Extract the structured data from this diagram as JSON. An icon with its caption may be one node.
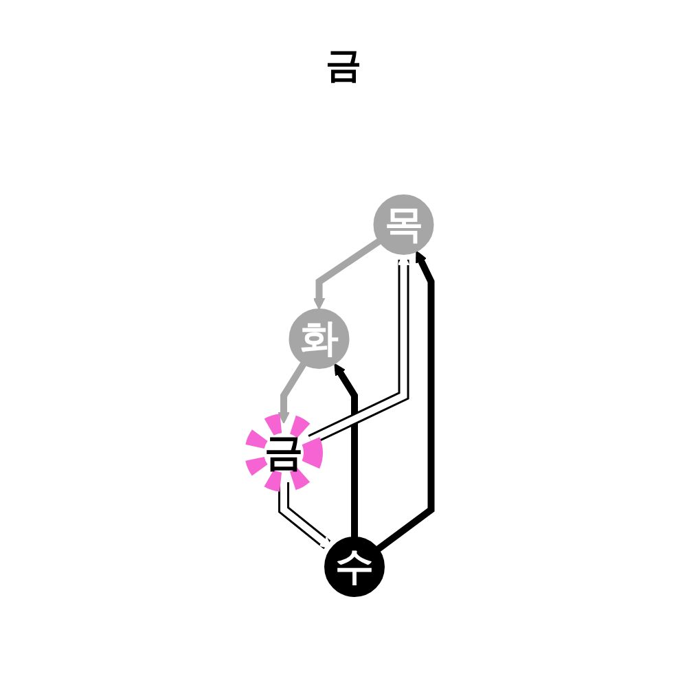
{
  "diagram": {
    "title": "금",
    "nodes": [
      {
        "text": [
          "목"
        ]
      },
      {
        "text": [
          "수"
        ]
      },
      {
        "text": [
          "화"
        ]
      },
      {
        "text": [
          "금"
        ]
      }
    ],
    "edges": [
      {
        "from": 1,
        "to": 0,
        "arrow": "to"
      },
      {
        "from": 0,
        "to": 2,
        "arrow": "to",
        "color": "#a6a6a6"
      },
      {
        "from": 1,
        "to": 2,
        "arrow": "to"
      },
      {
        "from": 2,
        "to": 3,
        "arrow": "to",
        "color": "#a6a6a6"
      },
      {
        "from": 3,
        "to": 0,
        "arrow": "to",
        "color": "#ffffff"
      },
      {
        "from": 3,
        "to": 1,
        "arrow": "to",
        "color": "#ffffff"
      }
    ]
  }
}
